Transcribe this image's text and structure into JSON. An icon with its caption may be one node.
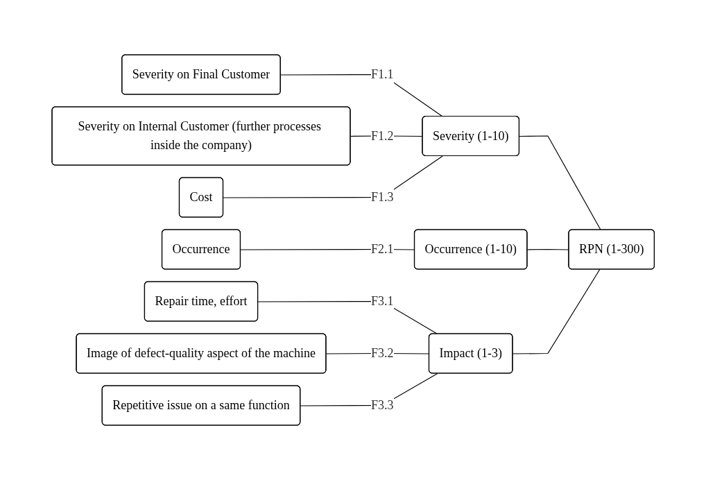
{
  "diagram": {
    "nodes": [
      {
        "text": [
          "Severity on Final Customer"
        ]
      },
      {
        "text": [
          "Severity on Internal Customer (further processes inside the company)"
        ]
      },
      {
        "text": [
          "Cost"
        ]
      },
      {
        "text": [
          "Occurrence"
        ]
      },
      {
        "text": [
          "Repair time, effort"
        ]
      },
      {
        "text": [
          "Image of defect-quality aspect of the machine"
        ]
      },
      {
        "text": [
          "Repetitive issue on a same function"
        ]
      },
      {
        "text": [
          "Severity (1-10)"
        ]
      },
      {
        "text": [
          "Occurrence (1-10)"
        ]
      },
      {
        "text": [
          "Impact (1-3)"
        ]
      },
      {
        "text": [
          "RPN (1-300)"
        ]
      }
    ],
    "edges": [
      {
        "from": 0,
        "to": 7,
        "arrow": "none",
        "label": "F1.1"
      },
      {
        "from": 1,
        "to": 7,
        "arrow": "none",
        "label": "F1.2"
      },
      {
        "from": 2,
        "to": 7,
        "arrow": "none",
        "label": "F1.3"
      },
      {
        "from": 3,
        "to": 8,
        "arrow": "none",
        "label": "F2.1"
      },
      {
        "from": 4,
        "to": 9,
        "arrow": "none",
        "label": "F3.1"
      },
      {
        "from": 5,
        "to": 9,
        "arrow": "none",
        "label": "F3.2"
      },
      {
        "from": 6,
        "to": 9,
        "arrow": "none",
        "label": "F3.3"
      },
      {
        "from": 7,
        "to": 10,
        "arrow": "none"
      },
      {
        "from": 8,
        "to": 10,
        "arrow": "none"
      },
      {
        "from": 9,
        "to": 10,
        "arrow": "none"
      }
    ]
  }
}
